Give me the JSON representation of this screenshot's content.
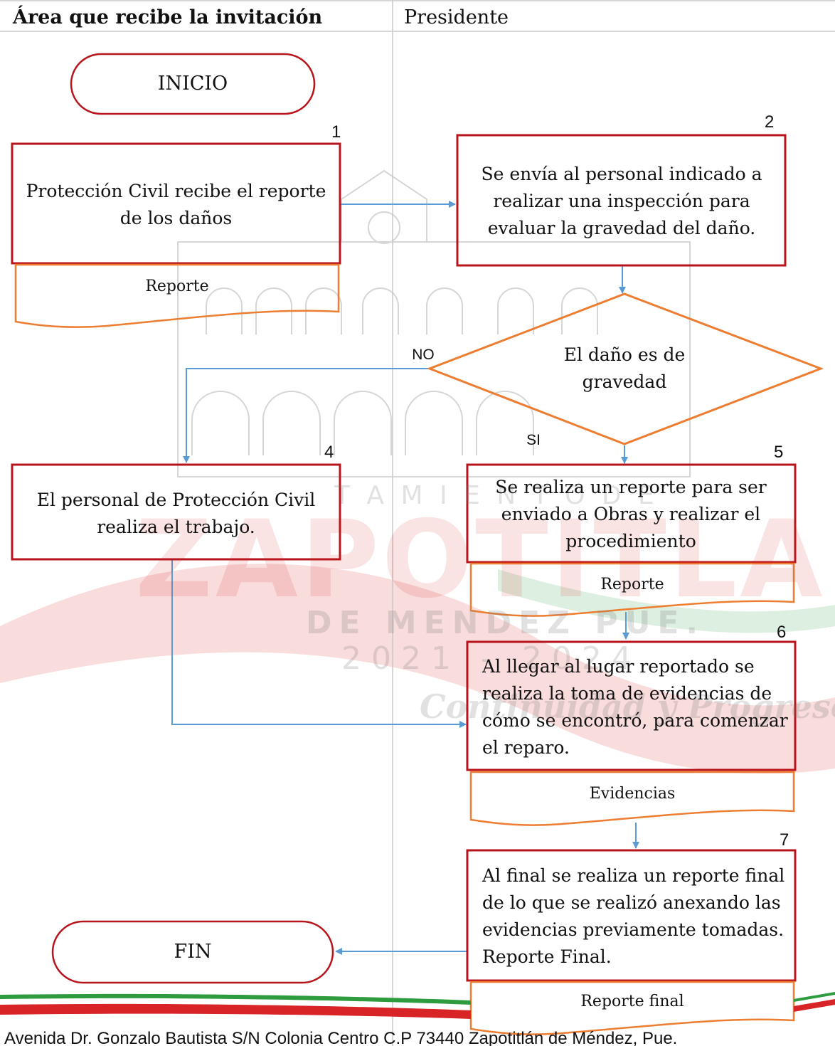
{
  "swimlanes": {
    "left_header": "Área que recibe la invitación",
    "right_header": "Presidente"
  },
  "flow": {
    "start": "INICIO",
    "end": "FIN",
    "steps": [
      {
        "number": "1",
        "text": "Protección Civil recibe el reporte de los daños",
        "document": "Reporte"
      },
      {
        "number": "2",
        "text": "Se envía al personal indicado a realizar una inspección para evaluar la gravedad del daño."
      },
      {
        "number": "4",
        "text": "El personal de Protección Civil realiza el trabajo."
      },
      {
        "number": "5",
        "text": "Se realiza un reporte para ser enviado a Obras y realizar el procedimiento",
        "document": "Reporte"
      },
      {
        "number": "6",
        "text": "Al llegar al lugar reportado se realiza la toma de evidencias de cómo se encontró, para comenzar el reparo.",
        "document": "Evidencias"
      },
      {
        "number": "7",
        "text": "Al final se realiza un reporte final de lo que se realizó anexando las evidencias previamente tomadas. Reporte Final.",
        "document": "Reporte final"
      }
    ],
    "decision": {
      "text": "El daño es de gravedad",
      "no_label": "NO",
      "yes_label": "SI"
    }
  },
  "watermark": {
    "line1": "T A M I E N T O   D E",
    "line2": "ZAPOTITLAN",
    "line3": "DE MENDEZ PUE.",
    "line4": "2021 - 2024",
    "line5": "Continuidad y Progreso"
  },
  "footer": {
    "address": "Avenida Dr. Gonzalo Bautista S/N Colonia Centro C.P 73440 Zapotitlán de Méndez, Pue."
  },
  "colors": {
    "box_border": "#b8141c",
    "document_border": "#ed7d31",
    "connector": "#5b9bd5",
    "divider": "#c8c8c8",
    "stripe_green": "#2e9b3f",
    "stripe_red": "#d82327"
  }
}
